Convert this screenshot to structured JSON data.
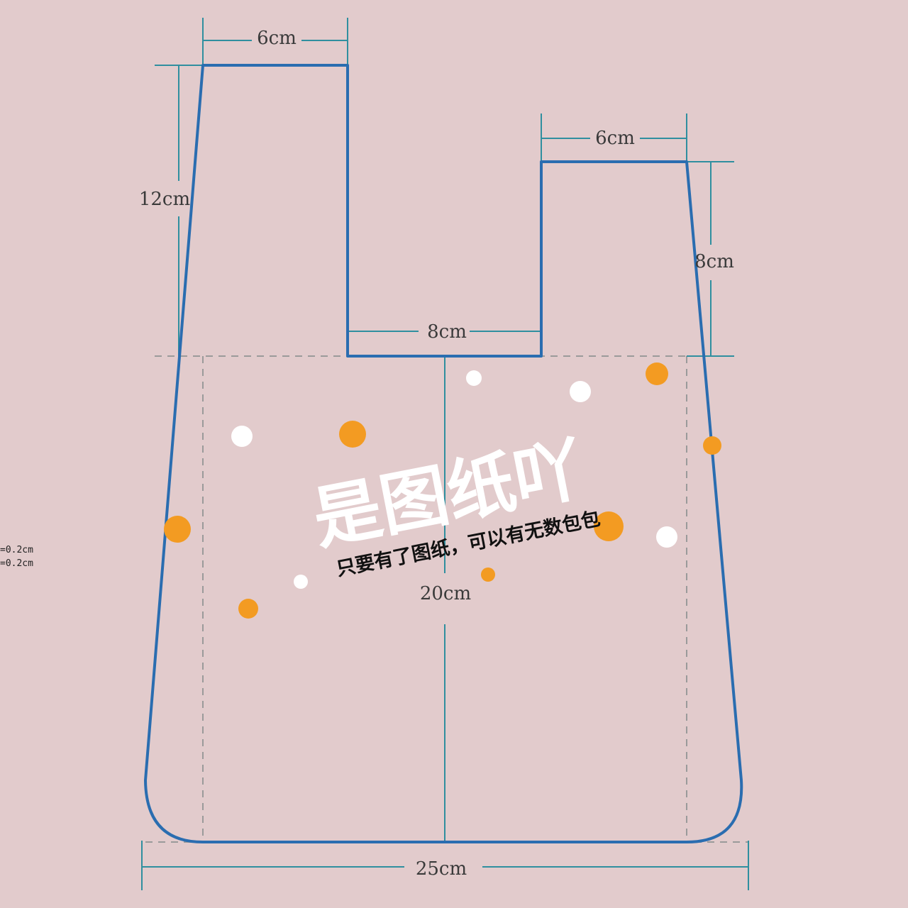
{
  "pattern": {
    "dimensions": {
      "top_left_strap_width": "6cm",
      "top_right_strap_width": "6cm",
      "left_strap_height": "12cm",
      "right_strap_height": "8cm",
      "opening_width": "8cm",
      "body_height": "20cm",
      "bottom_width": "25cm"
    },
    "side_notes": [
      "=0.2cm",
      "=0.2cm"
    ]
  },
  "watermark": {
    "title": "是图纸吖",
    "subtitle": "只要有了图纸，可以有无数包包"
  },
  "colors": {
    "background": "#e2cbcc",
    "outline": "#2a6db0",
    "dimension_line": "#2f8f9f",
    "guide_dashed": "#9a9a9a",
    "dot_orange": "#f39b22",
    "dot_white": "#ffffff"
  }
}
